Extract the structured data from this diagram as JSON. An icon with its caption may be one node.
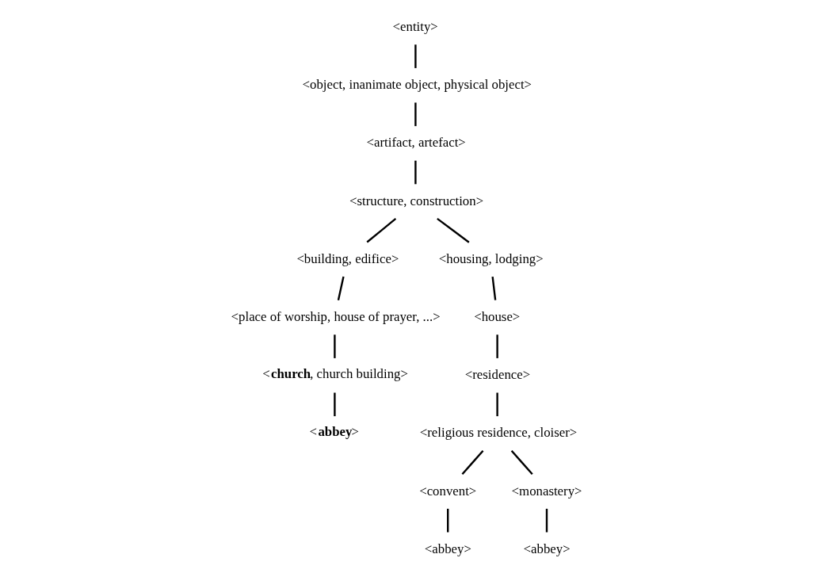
{
  "diagram": {
    "nodes": [
      {
        "text": [
          "<entity>"
        ]
      },
      {
        "text": [
          "<object, inanimate object, physical object>"
        ]
      },
      {
        "text": [
          "<artifact, artefact>"
        ]
      },
      {
        "text": [
          "<structure, construction>"
        ]
      },
      {
        "text": [
          "<building, edifice>"
        ]
      },
      {
        "text": [
          "<housing, lodging>"
        ]
      },
      {
        "text": [
          "<place of worship, house of prayer, ...>"
        ]
      },
      {
        "text": [
          "<house>"
        ]
      },
      {
        "text": [
          "<**church**, church building>"
        ]
      },
      {
        "text": [
          "<residence>"
        ]
      },
      {
        "text": [
          "<**abbey**>"
        ]
      },
      {
        "text": [
          "<religious residence, cloiser>"
        ]
      },
      {
        "text": [
          "<convent>"
        ]
      },
      {
        "text": [
          "<monastery>"
        ]
      },
      {
        "text": [
          "<abbey>"
        ]
      },
      {
        "text": [
          "<abbey>"
        ]
      }
    ],
    "edges": [
      {
        "from": 0,
        "to": 1,
        "arrow": "none"
      },
      {
        "from": 1,
        "to": 2,
        "arrow": "none"
      },
      {
        "from": 2,
        "to": 3,
        "arrow": "none"
      },
      {
        "from": 3,
        "to": 4,
        "arrow": "none"
      },
      {
        "from": 3,
        "to": 5,
        "arrow": "none"
      },
      {
        "from": 4,
        "to": 6,
        "arrow": "none"
      },
      {
        "from": 5,
        "to": 7,
        "arrow": "none"
      },
      {
        "from": 6,
        "to": 8,
        "arrow": "none"
      },
      {
        "from": 7,
        "to": 9,
        "arrow": "none"
      },
      {
        "from": 8,
        "to": 10,
        "arrow": "none"
      },
      {
        "from": 9,
        "to": 11,
        "arrow": "none"
      },
      {
        "from": 11,
        "to": 12,
        "arrow": "none"
      },
      {
        "from": 11,
        "to": 13,
        "arrow": "none"
      },
      {
        "from": 12,
        "to": 14,
        "arrow": "none"
      },
      {
        "from": 13,
        "to": 15,
        "arrow": "none"
      }
    ]
  }
}
